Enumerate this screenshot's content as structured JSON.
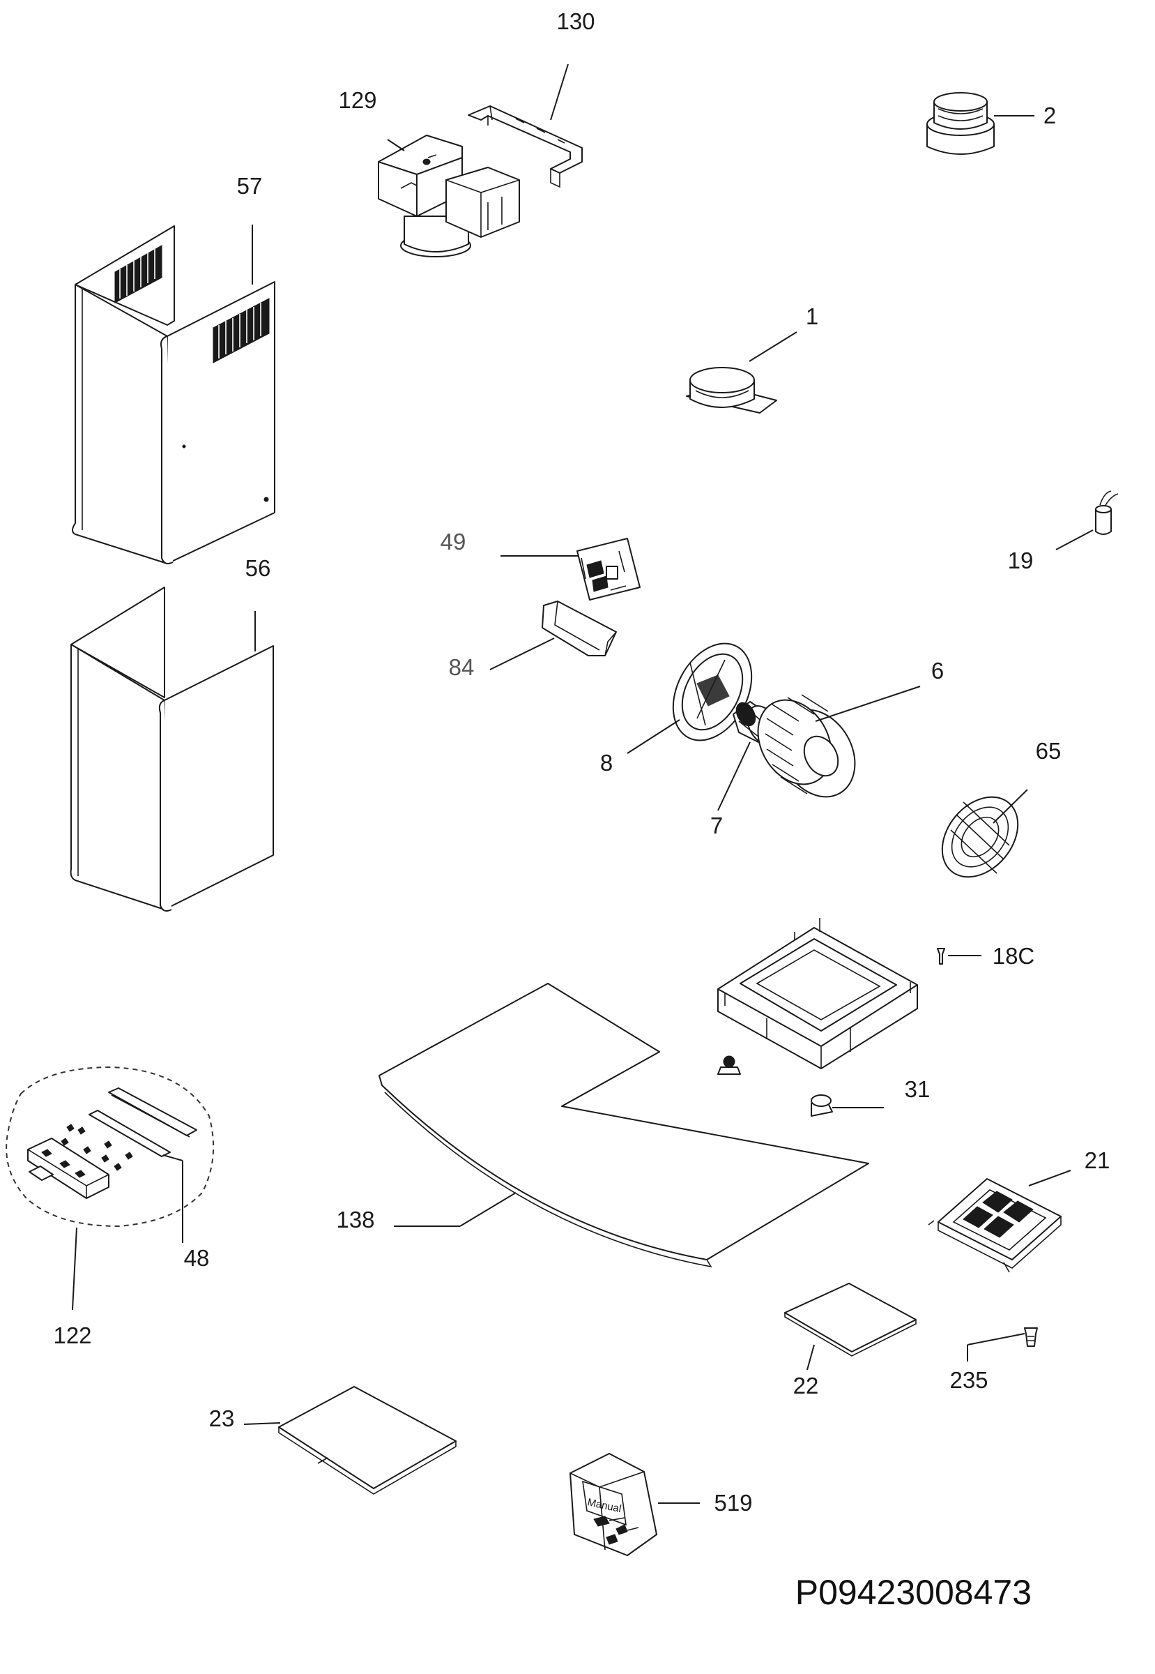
{
  "diagram": {
    "drawing_number": "P09423008473",
    "callouts": {
      "p130": "130",
      "p129": "129",
      "p2": "2",
      "p57": "57",
      "p1": "1",
      "p49": "49",
      "p19": "19",
      "p56": "56",
      "p84": "84",
      "p6": "6",
      "p8": "8",
      "p65": "65",
      "p7": "7",
      "p180": "18C",
      "p31": "31",
      "p21": "21",
      "p138": "138",
      "p48": "48",
      "p122": "122",
      "p22": "22",
      "p235": "235",
      "p23": "23",
      "p519": "519"
    },
    "bag_label": "Manual"
  }
}
